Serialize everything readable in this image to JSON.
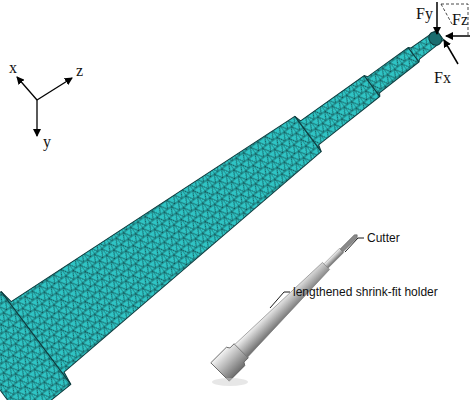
{
  "diagram": {
    "labels": [
      "x",
      "y",
      "z",
      "Fy",
      "Fz",
      "Fx",
      "Cutter",
      "lengthened shrink-fit holder"
    ]
  }
}
